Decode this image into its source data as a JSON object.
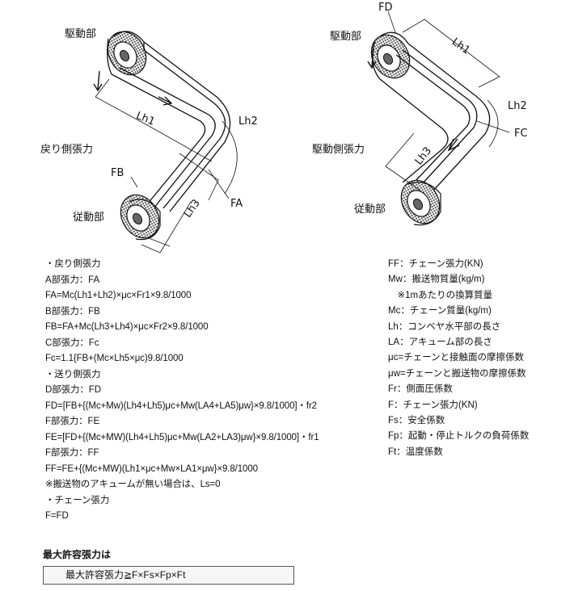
{
  "left_diagram": {
    "labels": {
      "drive": "駆動部",
      "return_tension": "戻り側張力",
      "follower": "従動部",
      "lh1": "Lh1",
      "lh2": "Lh2",
      "lh3": "Lh3",
      "fb": "FB",
      "fa": "FA"
    }
  },
  "right_diagram": {
    "labels": {
      "fd": "FD",
      "drive": "駆動部",
      "lh1": "Lh1",
      "lh2": "Lh2",
      "fc": "FC",
      "drive_tension": "駆動側張力",
      "lh3": "Lh3",
      "follower": "従動部"
    }
  },
  "equations": [
    "・戻り側張力",
    "A部張力：FA",
    "FA=Mc(Lh1+Lh2)×μc×Fr1×9.8/1000",
    "B部張力：FB",
    "FB=FA+Mc(Lh3+Lh4)×μc×Fr2×9.8/1000",
    "C部張力：Fc",
    "Fc=1.1{FB+(Mc×Lh5×μc)9.8/1000",
    "・送り側張力",
    "D部張力：FD",
    "FD=[FB+{(Mc+Mw)(Lh4+Lh5)μc+Mw(LA4+LA5)μw}×9.8/1000]・fr2",
    "F部張力：FE",
    "FE=[FD+{(Mc+MW)(Lh4+Lh5)μc+Mw(LA2+LA3)μw}×9.8/1000]・fr1",
    "F部張力：FF",
    "FF=FE+{(Mc+MW)(Lh1×μc+Mw×LA1×μw}×9.8/1000",
    "※搬送物のアキュームが無い場合は、Ls=0",
    "・チェーン張力",
    "F=FD"
  ],
  "legend": [
    "FF：チェーン張力(KN)",
    "Mw：搬送物質量(kg/m)",
    "　※1mあたりの換算質量",
    "Mc：チェーン質量(kg/m)",
    "Lh：コンベヤ水平部の長さ",
    "LA：アキューム部の長さ",
    "μc=チェーンと接触面の摩擦係数",
    "μw=チェーンと搬送物の摩擦係数",
    "Fr：側面圧係数",
    "F：チェーン張力(KN)",
    "Fs：安全係数",
    "Fp：起動・停止トルクの負荷係数",
    "Ft：温度係数"
  ],
  "max_tension": {
    "heading": "最大許容張力は",
    "formula": "最大許容張力≧F×Fs×Fp×Ft"
  }
}
